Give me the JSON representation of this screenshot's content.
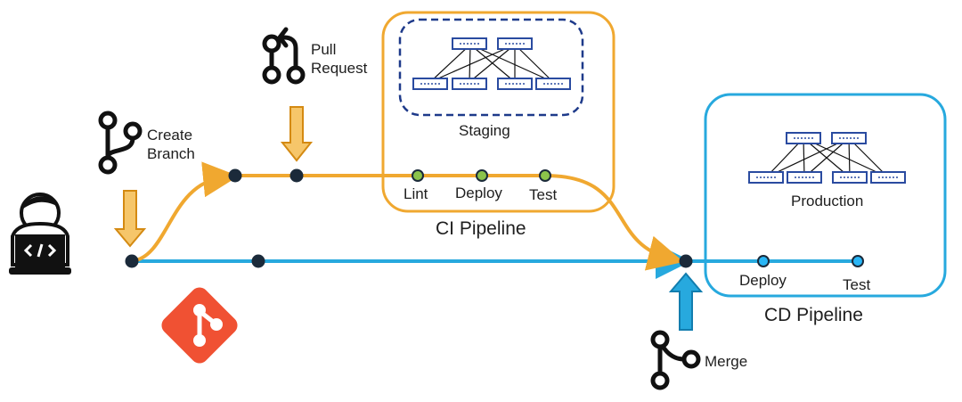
{
  "actions": {
    "create_branch": [
      "Create",
      "Branch"
    ],
    "pull_request": [
      "Pull",
      "Request"
    ],
    "merge": "Merge"
  },
  "ci": {
    "title": "CI Pipeline",
    "environment": "Staging",
    "stages": [
      "Lint",
      "Deploy",
      "Test"
    ]
  },
  "cd": {
    "title": "CD Pipeline",
    "environment": "Production",
    "stages": [
      "Deploy",
      "Test"
    ]
  },
  "colors": {
    "ci_accent": "#F0A830",
    "cd_accent": "#27A9DE",
    "node_dark": "#1B2A3A",
    "ci_stage_fill": "#8BC34A",
    "cd_stage_fill": "#29B6F6",
    "network_device": "#2A4BA0",
    "git_logo": "#F05133"
  },
  "icons": [
    "developer-laptop-icon",
    "branch-icon",
    "pull-request-icon",
    "merge-icon",
    "git-logo-icon",
    "down-arrow-icon",
    "up-arrow-icon",
    "network-topology-icon"
  ]
}
